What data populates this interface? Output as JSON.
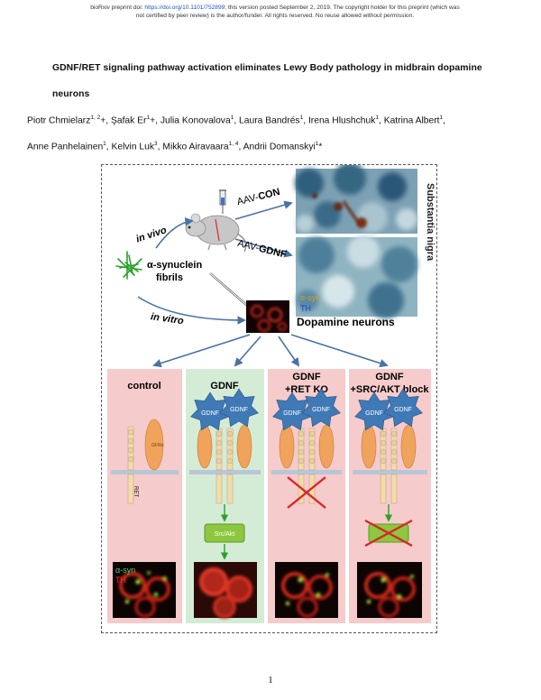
{
  "header": {
    "line1_prefix": "bioRxiv preprint doi: ",
    "doi_link": "https://doi.org/10.1101/752899",
    "line1_suffix": "; this version posted September 2, 2019. The copyright holder for this preprint (which was",
    "line2": "not certified by peer review) is the author/funder. All rights reserved. No reuse allowed without permission."
  },
  "paper": {
    "title_line1": "GDNF/RET signaling pathway activation eliminates Lewy Body pathology in midbrain dopamine",
    "title_line2": "neurons",
    "authors_line1": [
      {
        "name": "Piotr Chmielarz",
        "sup": "1, 2"
      },
      {
        "name": "+, Şafak Er",
        "sup": "1"
      },
      {
        "name": "+, Julia Konovalova",
        "sup": "1"
      },
      {
        "name": ", Laura Bandrés",
        "sup": "1"
      },
      {
        "name": ", Irena Hlushchuk",
        "sup": "1"
      },
      {
        "name": ", Katrina Albert",
        "sup": "1"
      },
      {
        "name": ",",
        "sup": ""
      }
    ],
    "authors_line2": [
      {
        "name": "Anne Panhelainen",
        "sup": "1"
      },
      {
        "name": ", Kelvin Luk",
        "sup": "3"
      },
      {
        "name": ", Mikko Airavaara",
        "sup": "1, 4"
      },
      {
        "name": ", Andrii Domanskyi",
        "sup": "1"
      },
      {
        "name": "*",
        "sup": ""
      }
    ],
    "page_number": "1"
  },
  "figure": {
    "in_vivo": "in vivo",
    "in_vitro": "in vitro",
    "fibrils_line1": "α-synuclein",
    "fibrils_line2": "fibrils",
    "aav_con_prefix": "AAV-",
    "aav_con_bold": "CON",
    "aav_gdnf_prefix": "AAV-",
    "aav_gdnf_bold": "GDNF",
    "substantia_nigra": "Substantia nigra",
    "micro_asyn": "α-syn",
    "micro_th": "TH",
    "dopamine_neurons": "Dopamine neurons",
    "panels": [
      {
        "title1": "control",
        "title2": ""
      },
      {
        "title1": "GDNF",
        "title2": ""
      },
      {
        "title1": "GDNF",
        "title2": "+RET KO"
      },
      {
        "title1": "GDNF",
        "title2": "+SRC/AKT block"
      }
    ],
    "gdnf_label": "GDNF",
    "ret_label": "RET",
    "gfr_label": "GFRα",
    "src_akt": "Src/Akt",
    "bottom_asyn": "α-syn",
    "bottom_th": "TH",
    "colors": {
      "pink": "#f6cbcb",
      "green": "#d4ecd6",
      "star": "#3f79b6",
      "arrow": "#4a72a8"
    }
  }
}
